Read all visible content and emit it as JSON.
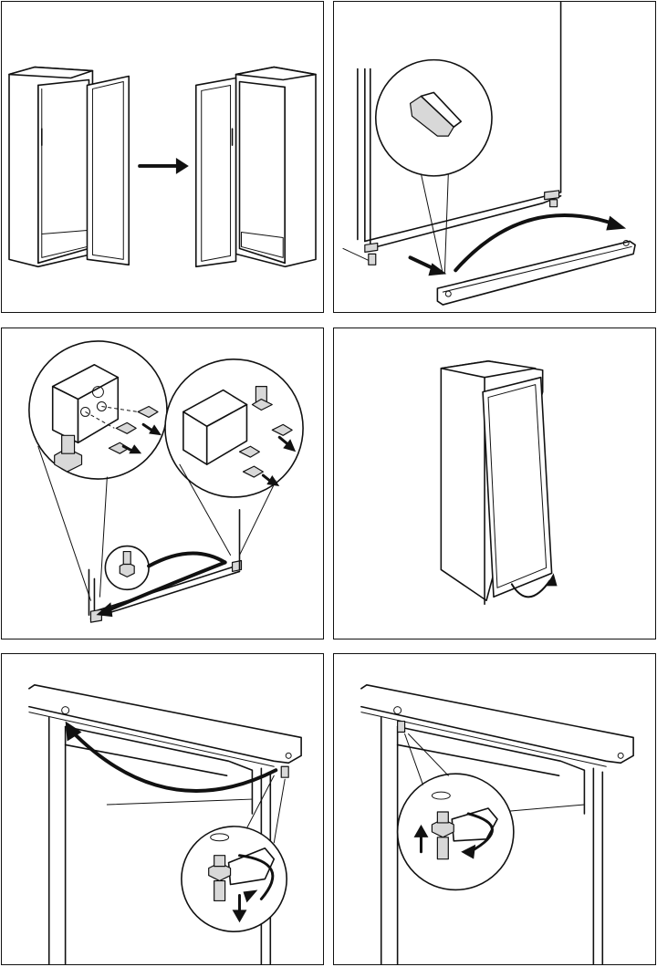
{
  "figure": {
    "panels": [
      {
        "id": 1,
        "step": "door-reversal-overview",
        "icons": [
          "fridge-right-hinged",
          "arrow-right",
          "fridge-left-hinged"
        ]
      },
      {
        "id": 2,
        "step": "remove-base-cover",
        "icons": [
          "base-cover",
          "detail-clip",
          "arrow-pull",
          "arrow-curved"
        ]
      },
      {
        "id": 3,
        "step": "unscrew-lower-hinge",
        "icons": [
          "hinge-bracket",
          "screws",
          "arrow-curved"
        ]
      },
      {
        "id": 4,
        "step": "lift-door-off",
        "icons": [
          "fridge-door",
          "arrow-curved"
        ]
      },
      {
        "id": 5,
        "step": "move-top-hinge-pin",
        "icons": [
          "top-hinge-pin",
          "arrow-curved",
          "arrow-down"
        ]
      },
      {
        "id": 6,
        "step": "fit-top-hinge-pin",
        "icons": [
          "top-hinge-pin",
          "arrow-curved",
          "arrow-up"
        ]
      }
    ]
  }
}
